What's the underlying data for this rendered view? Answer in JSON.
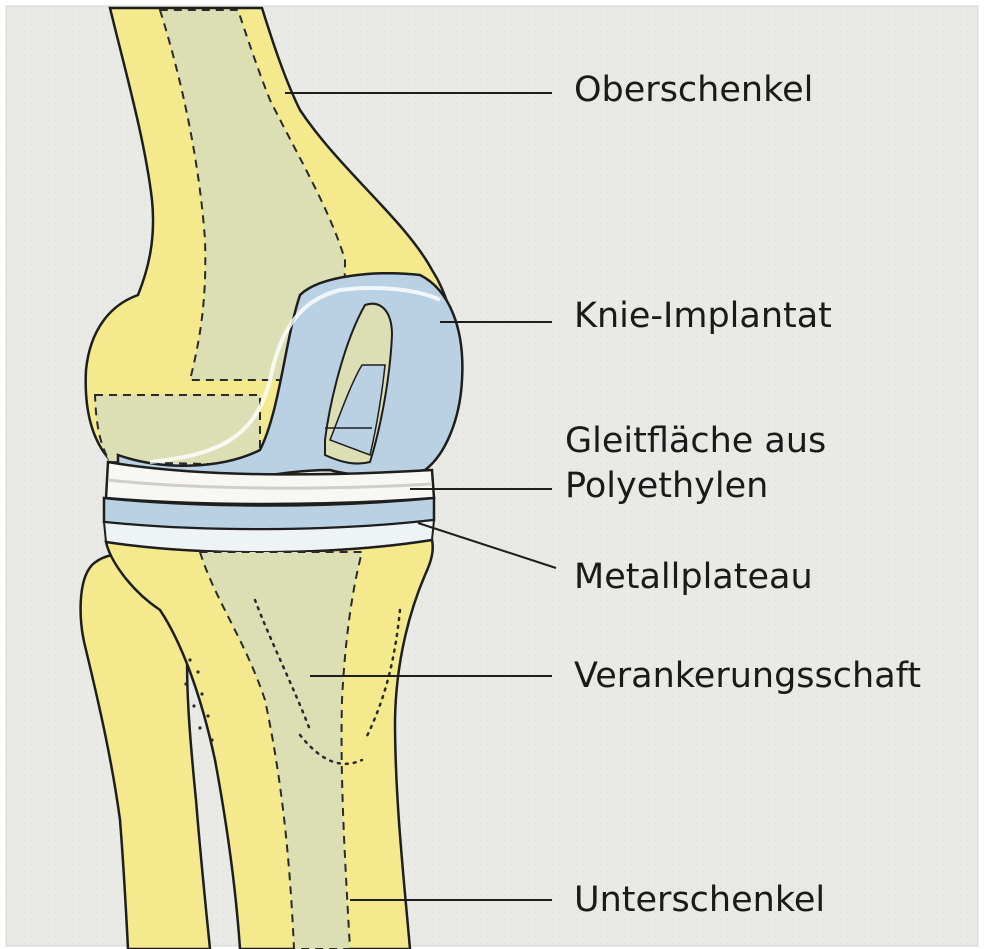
{
  "labels": {
    "femur": "Oberschenkel",
    "implant": "Knie-Implantat",
    "glide_line1": "Gleitfläche aus",
    "glide_line2": "Polyethylen",
    "plateau": "Metallplateau",
    "anchor": "Verankerungsschaft",
    "tibia": "Unterschenkel"
  },
  "colors": {
    "background": "#e9e9e6",
    "bone": "#f4e98c",
    "marrow": "#dcdfb4",
    "implant_metal": "#b9d1e3",
    "polyethylene": "#f7f7f4",
    "outline": "#1e1e1e"
  }
}
